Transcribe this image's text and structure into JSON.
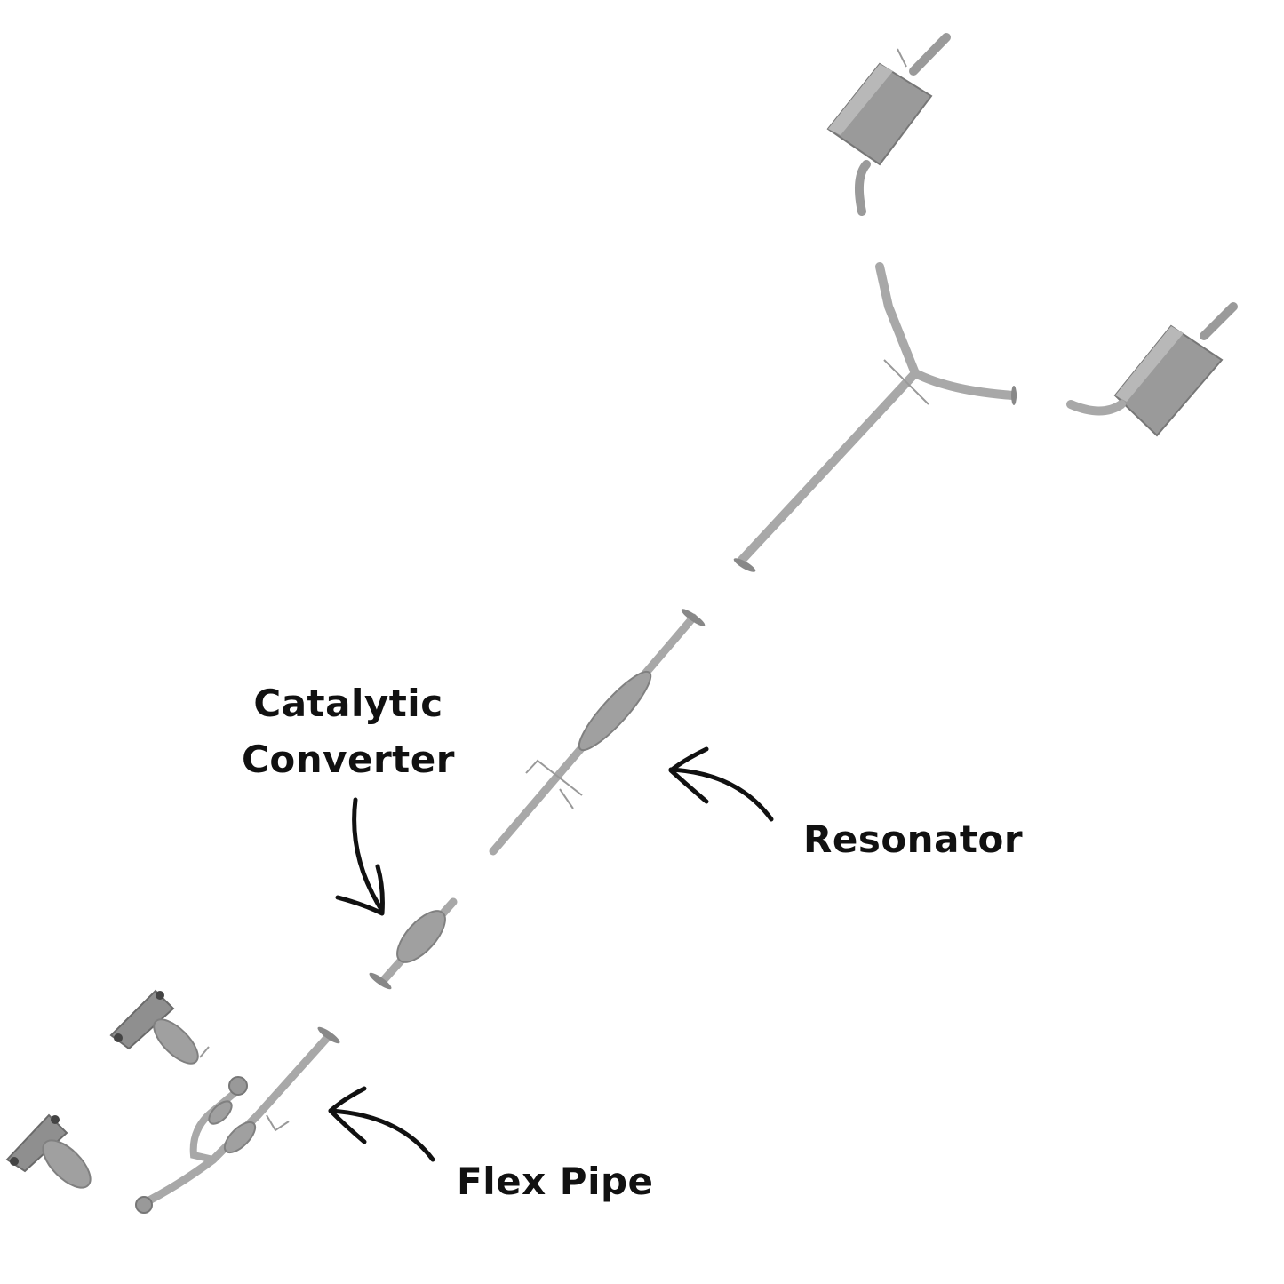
{
  "labels": {
    "catalytic_line1": "Catalytic",
    "catalytic_line2": "Converter",
    "resonator": "Resonator",
    "flex_pipe": "Flex Pipe"
  },
  "colors": {
    "pipe": "#a8a8a8",
    "pipe_dark": "#7a7a7a",
    "muffler": "#9a9a9a",
    "muffler_light": "#b8b8b8",
    "arrow": "#111111"
  }
}
